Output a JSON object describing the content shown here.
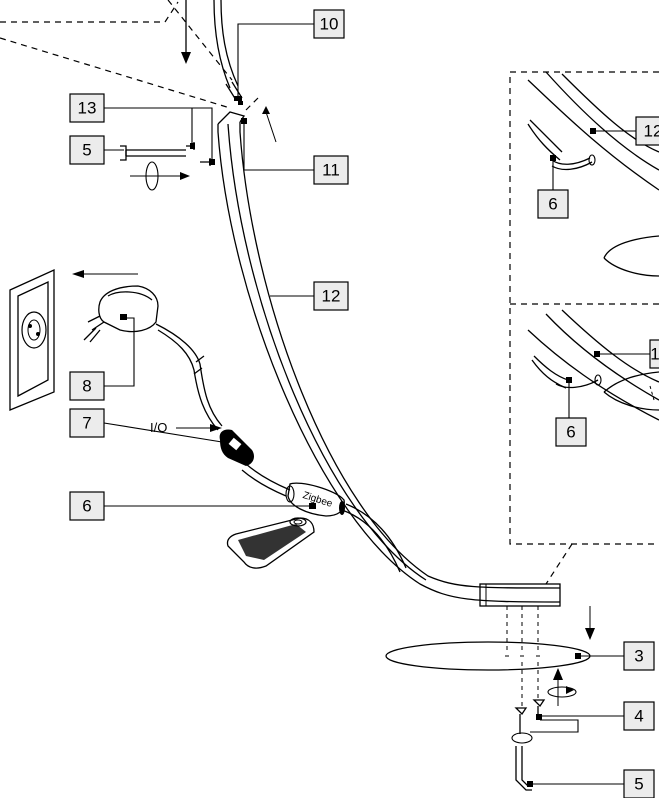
{
  "callouts": {
    "n10": "10",
    "n13": "13",
    "n5a": "5",
    "n11": "11",
    "n12a": "12",
    "n12b": "12",
    "n12c": "1",
    "n6a": "6",
    "n6b": "6",
    "n6c": "6",
    "n8": "8",
    "n7": "7",
    "n3": "3",
    "n4": "4",
    "n5b": "5"
  },
  "labels": {
    "switch": "I/O",
    "controller": "Zigbee"
  }
}
